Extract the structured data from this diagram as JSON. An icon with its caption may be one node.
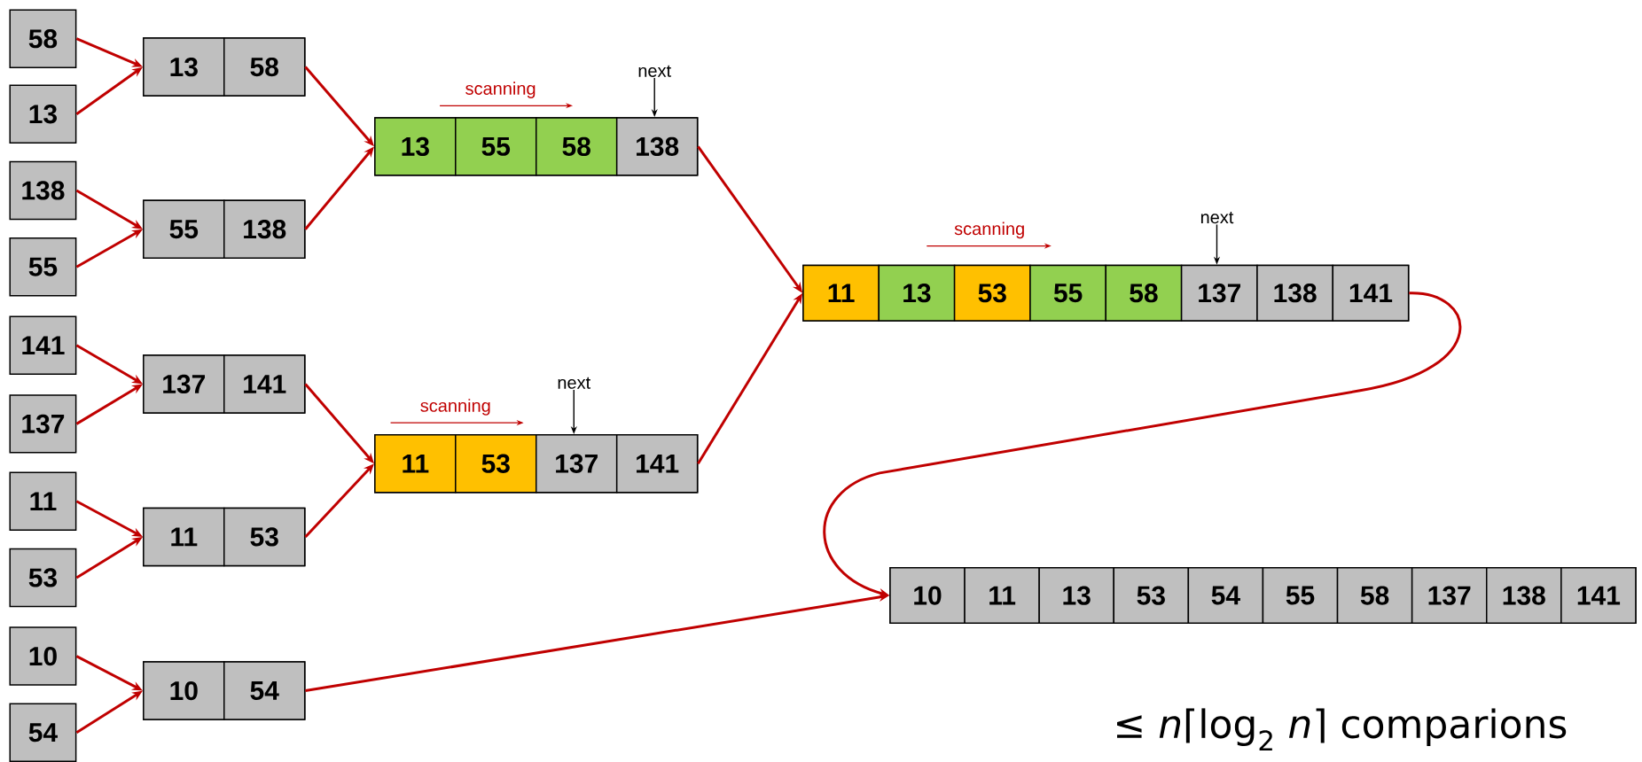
{
  "diagram": {
    "nodes": [
      {
        "text": [
          "58"
        ]
      },
      {
        "text": [
          "13"
        ]
      },
      {
        "text": [
          "138"
        ]
      },
      {
        "text": [
          "55"
        ]
      },
      {
        "text": [
          "141"
        ]
      },
      {
        "text": [
          "137"
        ]
      },
      {
        "text": [
          "11"
        ]
      },
      {
        "text": [
          "53"
        ]
      },
      {
        "text": [
          "10"
        ]
      },
      {
        "text": [
          "54"
        ]
      },
      {
        "text": [],
        "shape": "box"
      },
      {
        "text": [
          "13"
        ],
        "in": 10
      },
      {
        "text": [
          "58"
        ],
        "in": 10
      },
      {
        "text": [],
        "shape": "box"
      },
      {
        "text": [
          "55"
        ],
        "in": 13
      },
      {
        "text": [
          "138"
        ],
        "in": 13
      },
      {
        "text": [],
        "shape": "box"
      },
      {
        "text": [
          "137"
        ],
        "in": 16
      },
      {
        "text": [
          "141"
        ],
        "in": 16
      },
      {
        "text": [],
        "shape": "box"
      },
      {
        "text": [
          "11"
        ],
        "in": 19
      },
      {
        "text": [
          "53"
        ],
        "in": 19
      },
      {
        "text": [],
        "shape": "box"
      },
      {
        "text": [
          "10"
        ],
        "in": 22
      },
      {
        "text": [
          "54"
        ],
        "in": 22
      },
      {
        "text": [
          "next"
        ]
      },
      {
        "text": [],
        "shape": "box"
      },
      {
        "text": [
          "13"
        ],
        "in": 26
      },
      {
        "text": [
          "55"
        ],
        "in": 26
      },
      {
        "text": [
          "58"
        ],
        "in": 26
      },
      {
        "text": [
          "138"
        ],
        "in": 26
      },
      {
        "text": [
          "next"
        ]
      },
      {
        "text": [],
        "shape": "box"
      },
      {
        "text": [
          "11"
        ],
        "in": 32
      },
      {
        "text": [
          "53"
        ],
        "in": 32
      },
      {
        "text": [
          "137"
        ],
        "in": 32
      },
      {
        "text": [
          "141"
        ],
        "in": 32
      },
      {
        "text": [
          "next"
        ]
      },
      {
        "text": [],
        "shape": "box"
      },
      {
        "text": [
          "11"
        ],
        "in": 38
      },
      {
        "text": [
          "13"
        ],
        "in": 38
      },
      {
        "text": [
          "53"
        ],
        "in": 38
      },
      {
        "text": [
          "55"
        ],
        "in": 38
      },
      {
        "text": [
          "58"
        ],
        "in": 38
      },
      {
        "text": [
          "137"
        ],
        "in": 38
      },
      {
        "text": [
          "138"
        ],
        "in": 38
      },
      {
        "text": [
          "141"
        ],
        "in": 38
      },
      {
        "text": [],
        "shape": "box"
      },
      {
        "text": [
          "10"
        ],
        "in": 47
      },
      {
        "text": [
          "11"
        ],
        "in": 47
      },
      {
        "text": [
          "13"
        ],
        "in": 47
      },
      {
        "text": [
          "53"
        ],
        "in": 47
      },
      {
        "text": [
          "54"
        ],
        "in": 47
      },
      {
        "text": [
          "55"
        ],
        "in": 47
      },
      {
        "text": [
          "58"
        ],
        "in": 47
      },
      {
        "text": [
          "137"
        ],
        "in": 47
      },
      {
        "text": [
          "138"
        ],
        "in": 47
      },
      {
        "text": [
          "141"
        ],
        "in": 47
      }
    ],
    "edges": [
      {
        "from": 0,
        "to": 10,
        "arrow": "to"
      },
      {
        "from": 1,
        "to": 10,
        "arrow": "to"
      },
      {
        "from": 2,
        "to": 13,
        "arrow": "to"
      },
      {
        "from": 3,
        "to": 13,
        "arrow": "to"
      },
      {
        "from": 4,
        "to": 16,
        "arrow": "to"
      },
      {
        "from": 5,
        "to": 16,
        "arrow": "to"
      },
      {
        "from": 6,
        "to": 19,
        "arrow": "to"
      },
      {
        "from": 7,
        "to": 19,
        "arrow": "to"
      },
      {
        "from": 8,
        "to": 22,
        "arrow": "to"
      },
      {
        "from": 9,
        "to": 22,
        "arrow": "to"
      },
      {
        "from": 10,
        "to": 26,
        "arrow": "to"
      },
      {
        "from": 13,
        "to": 26,
        "arrow": "to"
      },
      {
        "from": 16,
        "to": 32,
        "arrow": "to"
      },
      {
        "from": 19,
        "to": 32,
        "arrow": "to"
      },
      {
        "from": 26,
        "to": 38,
        "arrow": "to"
      },
      {
        "from": 32,
        "to": 38,
        "arrow": "to"
      },
      {
        "from": 38,
        "to": 47,
        "arrow": "to"
      },
      {
        "from": 22,
        "to": 47,
        "arrow": "to"
      },
      {
        "from": 25,
        "to": 30,
        "arrow": "to",
        "color": "#000000"
      },
      {
        "from": 31,
        "to": 35,
        "arrow": "to",
        "color": "#000000"
      },
      {
        "from": 37,
        "to": 44,
        "arrow": "to",
        "color": "#000000"
      }
    ],
    "labels": [
      "scanning",
      "scanning",
      "scanning",
      "≤ *n*⌈log$_{2}$ *n*⌉ comparions"
    ]
  }
}
